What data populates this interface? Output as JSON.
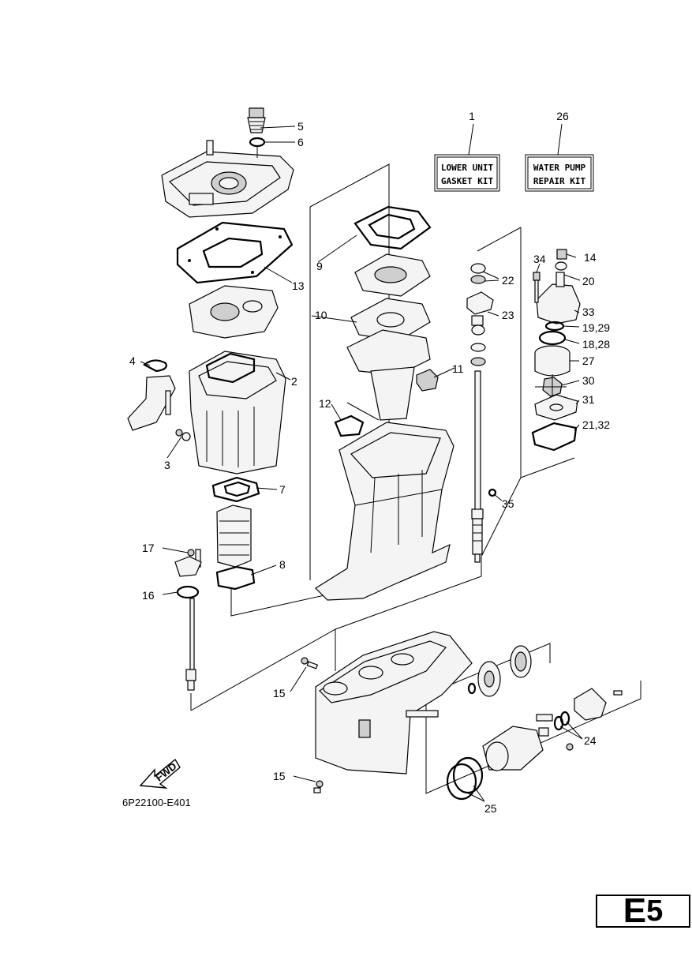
{
  "diagram": {
    "drawing_code": "6P22100-E401",
    "page_tag": {
      "letter": "E",
      "number": "5"
    },
    "fwd_label": "FWD",
    "kits": [
      {
        "callout": "1",
        "line1": "LOWER UNIT",
        "line2": "GASKET KIT"
      },
      {
        "callout": "26",
        "line1": "WATER PUMP",
        "line2": "REPAIR KIT"
      }
    ],
    "callouts": {
      "c2": "2",
      "c3": "3",
      "c4": "4",
      "c5": "5",
      "c6": "6",
      "c7": "7",
      "c8": "8",
      "c9": "9",
      "c10": "10",
      "c11": "11",
      "c12": "12",
      "c13": "13",
      "c14": "14",
      "c15a": "15",
      "c15b": "15",
      "c16": "16",
      "c17": "17",
      "c20": "20",
      "c22": "22",
      "c23": "23",
      "c24": "24",
      "c25": "25",
      "c27": "27",
      "c30": "30",
      "c31": "31",
      "c33": "33",
      "c34": "34",
      "c35": "35",
      "c1929": "19,29",
      "c1828": "18,28",
      "c2132": "21,32"
    }
  }
}
